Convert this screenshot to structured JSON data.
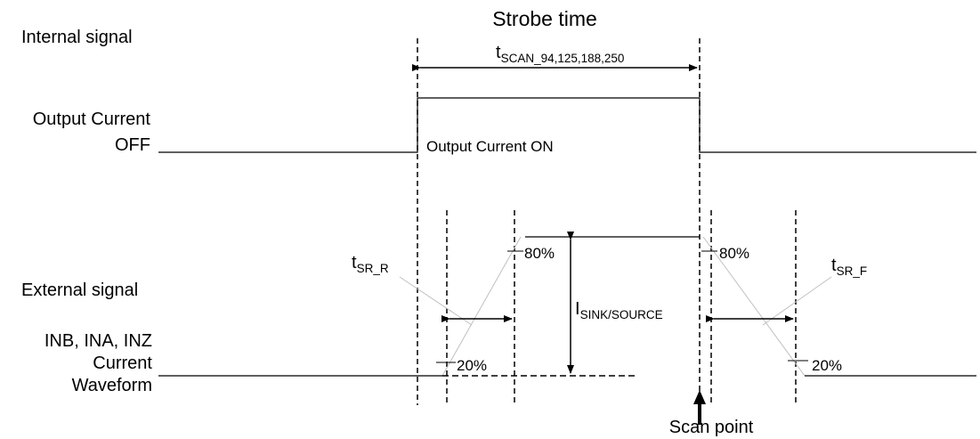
{
  "diagram": {
    "title": "Strobe time",
    "labels": {
      "internal_signal": "Internal signal",
      "output_current": "Output Current",
      "off": "OFF",
      "output_current_on": "Output Current ON",
      "external_signal": "External signal",
      "inputs": "INB, INA, INZ",
      "current": "Current",
      "waveform": "Waveform",
      "scan_point": "Scan point"
    },
    "symbols": {
      "t_scan_base": "t",
      "t_scan_sub": "SCAN_94,125,188,250",
      "tsr_r_base": "t",
      "tsr_r_sub": "SR_R",
      "tsr_f_base": "t",
      "tsr_f_sub": "SR_F",
      "i_sink_base": "I",
      "i_sink_sub": "SINK/SOURCE"
    },
    "levels": {
      "rise_high": "80%",
      "rise_low": "20%",
      "fall_high": "80%",
      "fall_low": "20%"
    },
    "colors": {
      "line": "#000000",
      "guide": "#c0c0c0",
      "background": "#ffffff"
    }
  }
}
